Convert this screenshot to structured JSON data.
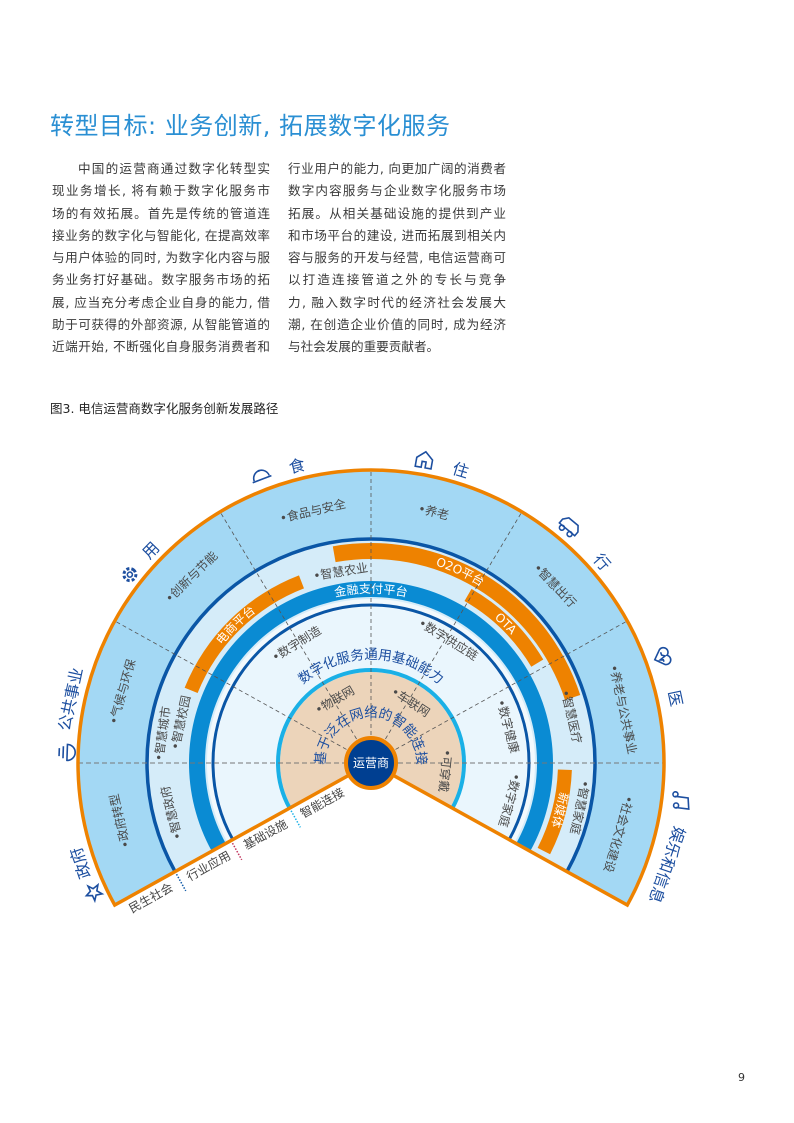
{
  "header": {
    "title": "转型目标: 业务创新, 拓展数字化服务"
  },
  "body": {
    "col1": [
      "中国的运营商通过数字化转型实",
      "现业务增长, 将有赖于数字化服务市",
      "场的有效拓展。首先是传统的管道连",
      "接业务的数字化与智能化, 在提高效率",
      "与用户体验的同时, 为数字化内容与服",
      "务业务打好基础。数字服务市场的拓",
      "展, 应当充分考虑企业自身的能力, 借",
      "助于可获得的外部资源, 从智能管道的",
      "近端开始, 不断强化自身服务消费者和"
    ],
    "col2": [
      "行业用户的能力, 向更加广阔的消费者",
      "数字内容服务与企业数字化服务市场",
      "拓展。从相关基础设施的提供到产业",
      "和市场平台的建设, 进而拓展到相关内",
      "容与服务的开发与经营, 电信运营商可",
      "以打造连接管道之外的专长与竞争",
      "力, 融入数字时代的经济社会发展大",
      "潮, 在创造企业价值的同时, 成为经济",
      "与社会发展的重要贡献者。"
    ]
  },
  "figure": {
    "caption": "图3. 电信运营商数字化服务创新发展路径",
    "center": "运营商",
    "categories": {
      "food": "食",
      "housing": "住",
      "travel": "行",
      "medical": "医",
      "entertainment": "娱乐和信息",
      "use": "用",
      "public": "公共事业",
      "government": "政府"
    },
    "icons": [
      "cloche-icon",
      "house-icon",
      "car-icon",
      "heart-icon",
      "music-note-icon",
      "gear-icon",
      "public-service-icon",
      "star-icon"
    ],
    "outer_items": {
      "food_safety": "•食品与安全",
      "elderly": "•养老",
      "smart_travel": "•智慧出行",
      "elderly_public": "•养老与公共事业",
      "culture": "•社会文化建设",
      "gov_transform": "•政府转型",
      "climate": "•气候与环保",
      "innovation": "•创新与节能"
    },
    "industry_items": {
      "agri": "•智慧农业",
      "city": "•智慧城市",
      "campus": "•智慧校园",
      "gov": "•智慧政府",
      "medical": "•智慧医疗",
      "home": "•智慧家庭"
    },
    "platforms": {
      "ecommerce": "电商平台",
      "o2o": "O2O平台",
      "ota": "OTA",
      "media": "新媒体",
      "finance": "金融支付平台"
    },
    "infra_items": {
      "manufacturing": "•数字制造",
      "supply": "•数字供应链",
      "health": "•数字健康",
      "family": "•数字家庭"
    },
    "infra_title": "数字化服务通用基础能力",
    "connect_title": "基于泛在网络的智能连接",
    "connect_items": {
      "iot": "•物联网",
      "iov": "•车联网",
      "wearable": "•可穿戴"
    },
    "layers": [
      "民生社会",
      "行业应用",
      "基础设施",
      "智能连接"
    ],
    "colors": {
      "outer": "#a3d8f4",
      "band": "#d5ecf9",
      "inner": "#eaf6fd",
      "dark": "#0a56a6",
      "blue": "#0a8bd3",
      "cyan": "#1ab0e6",
      "tan": "#ecd4ba",
      "orange": "#ee8200",
      "navy": "#003f91"
    }
  },
  "footer": {
    "page": "9"
  }
}
